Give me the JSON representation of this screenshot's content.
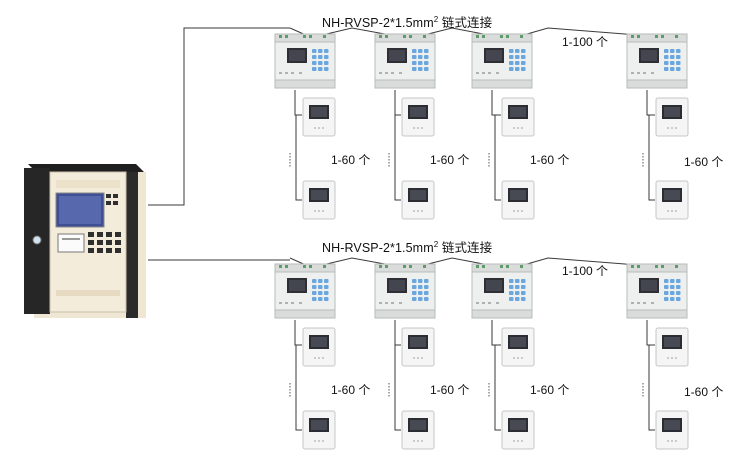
{
  "bus_label_main": "NH-RVSP-2*1.5mm",
  "bus_label_sup": "2",
  "bus_label_suffix": " 链式连接",
  "module_count_label": "1-100 个",
  "detector_count_label": "1-60 个",
  "colors": {
    "line": "#3a3a3a",
    "cabinet_front": "#f2e8d5",
    "cabinet_side": "#2a2a2a",
    "screen": "#3c4a8c",
    "device_body": "#eef0ef",
    "module_keys": "#6aa7de"
  }
}
